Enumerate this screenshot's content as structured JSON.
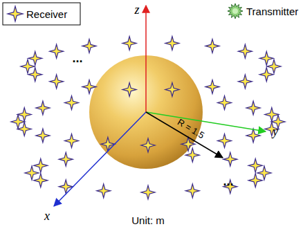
{
  "diagram": {
    "labels": [
      "z",
      "y",
      "x",
      "R = 1.5",
      "Unit: m",
      "...",
      "..."
    ],
    "legend": [
      {
        "text": "Receiver"
      },
      {
        "text": "Transmitter"
      }
    ]
  }
}
